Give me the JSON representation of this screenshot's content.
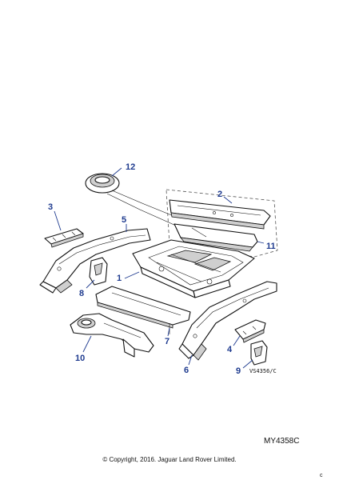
{
  "diagram": {
    "callouts": [
      "1",
      "2",
      "3",
      "4",
      "5",
      "6",
      "7",
      "8",
      "9",
      "10",
      "11",
      "12"
    ],
    "drawing_ref": "VS4356/C",
    "diagram_id": "MY4358C",
    "copyright": "© Copyright, 2016. Jaguar Land Rover Limited.",
    "page_mark": "c"
  },
  "colors": {
    "callout": "#1f3b8f",
    "line": "#111111"
  }
}
